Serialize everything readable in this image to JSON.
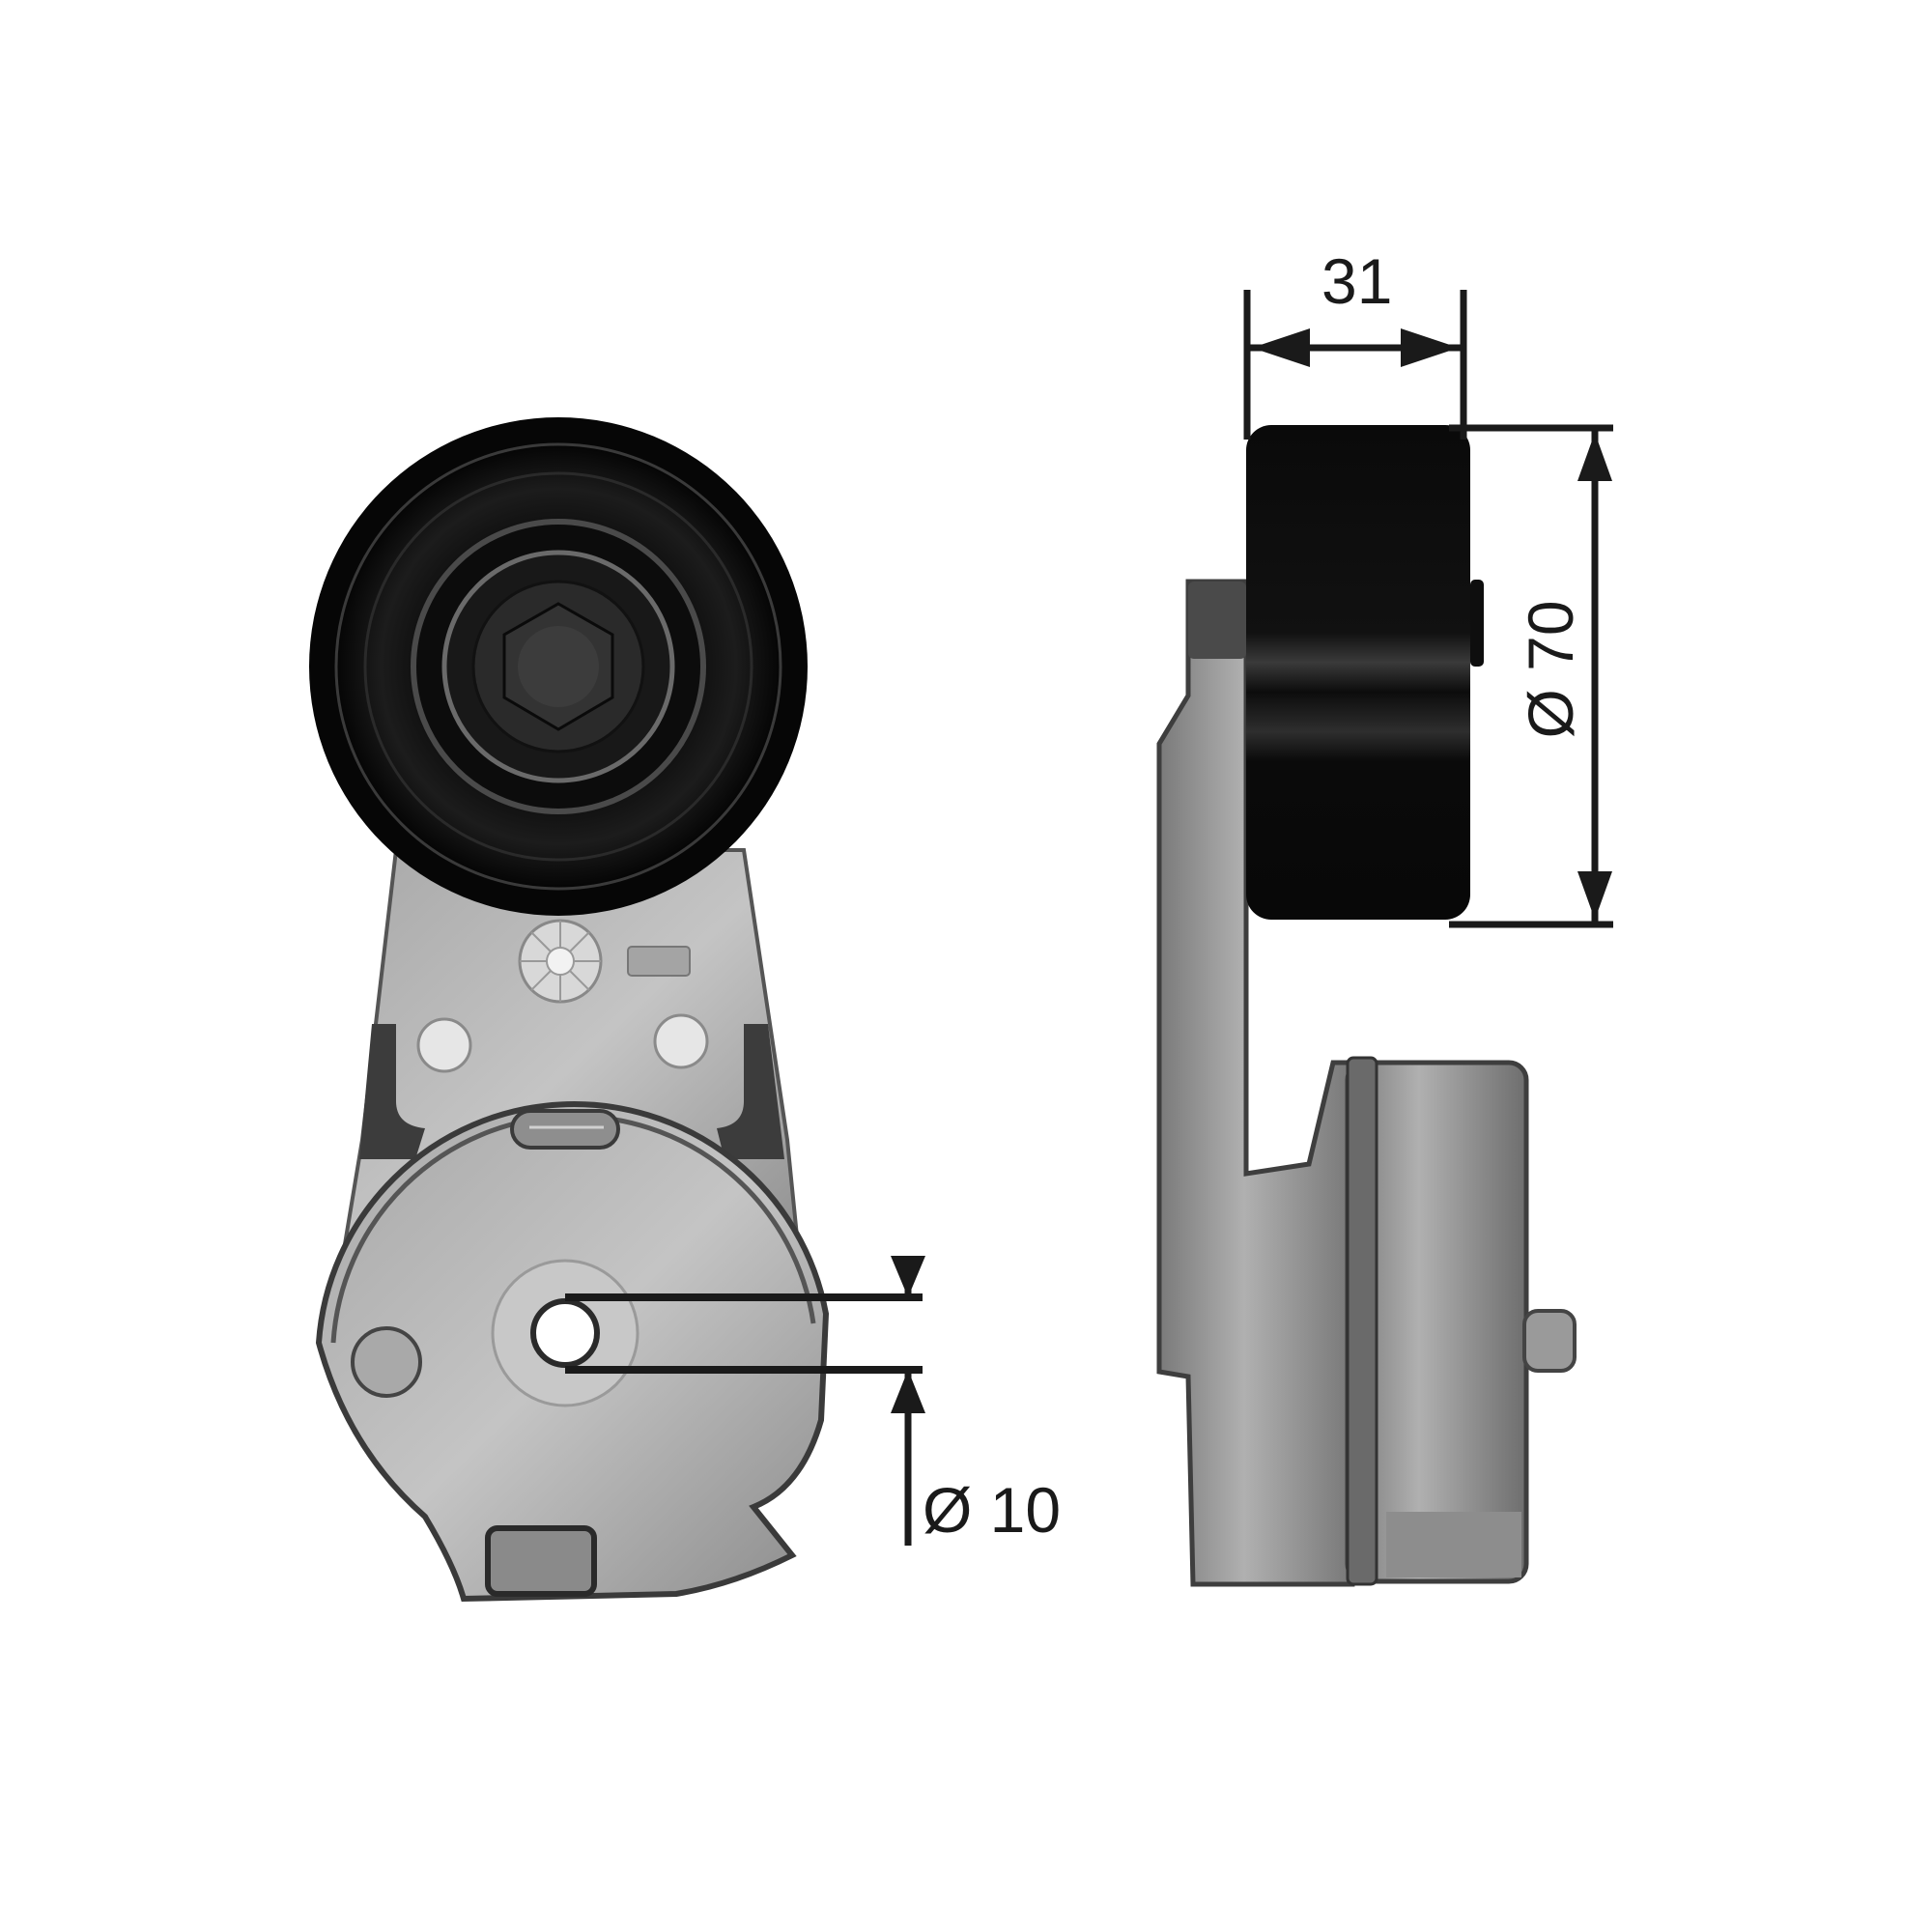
{
  "figure": {
    "subject": "Belt tensioner assembly (front and side views)",
    "background_color": "#ffffff",
    "colors": {
      "pulley": "#0b0b0b",
      "housing": "#9a9a9a",
      "housing_light": "#bdbdbd",
      "housing_dark": "#5e5e5e",
      "dimension_line": "#1a1a1a"
    }
  },
  "dimensions": {
    "pulley_width": {
      "value": "31",
      "label": "31",
      "unit": "mm"
    },
    "pulley_diameter": {
      "value": "70",
      "label": "Ø 70",
      "unit": "mm"
    },
    "bore_diameter": {
      "value": "10",
      "label": "Ø 10",
      "unit": "mm"
    }
  },
  "views": [
    {
      "name": "front-view",
      "features": [
        "pulley",
        "hex-bolt",
        "arm",
        "rivets",
        "logo-stamp",
        "base-disc",
        "bore-hole",
        "pivot-pin",
        "stop-tab"
      ]
    },
    {
      "name": "side-view",
      "features": [
        "pulley",
        "bracket",
        "spring-housing",
        "locating-pin"
      ]
    }
  ]
}
